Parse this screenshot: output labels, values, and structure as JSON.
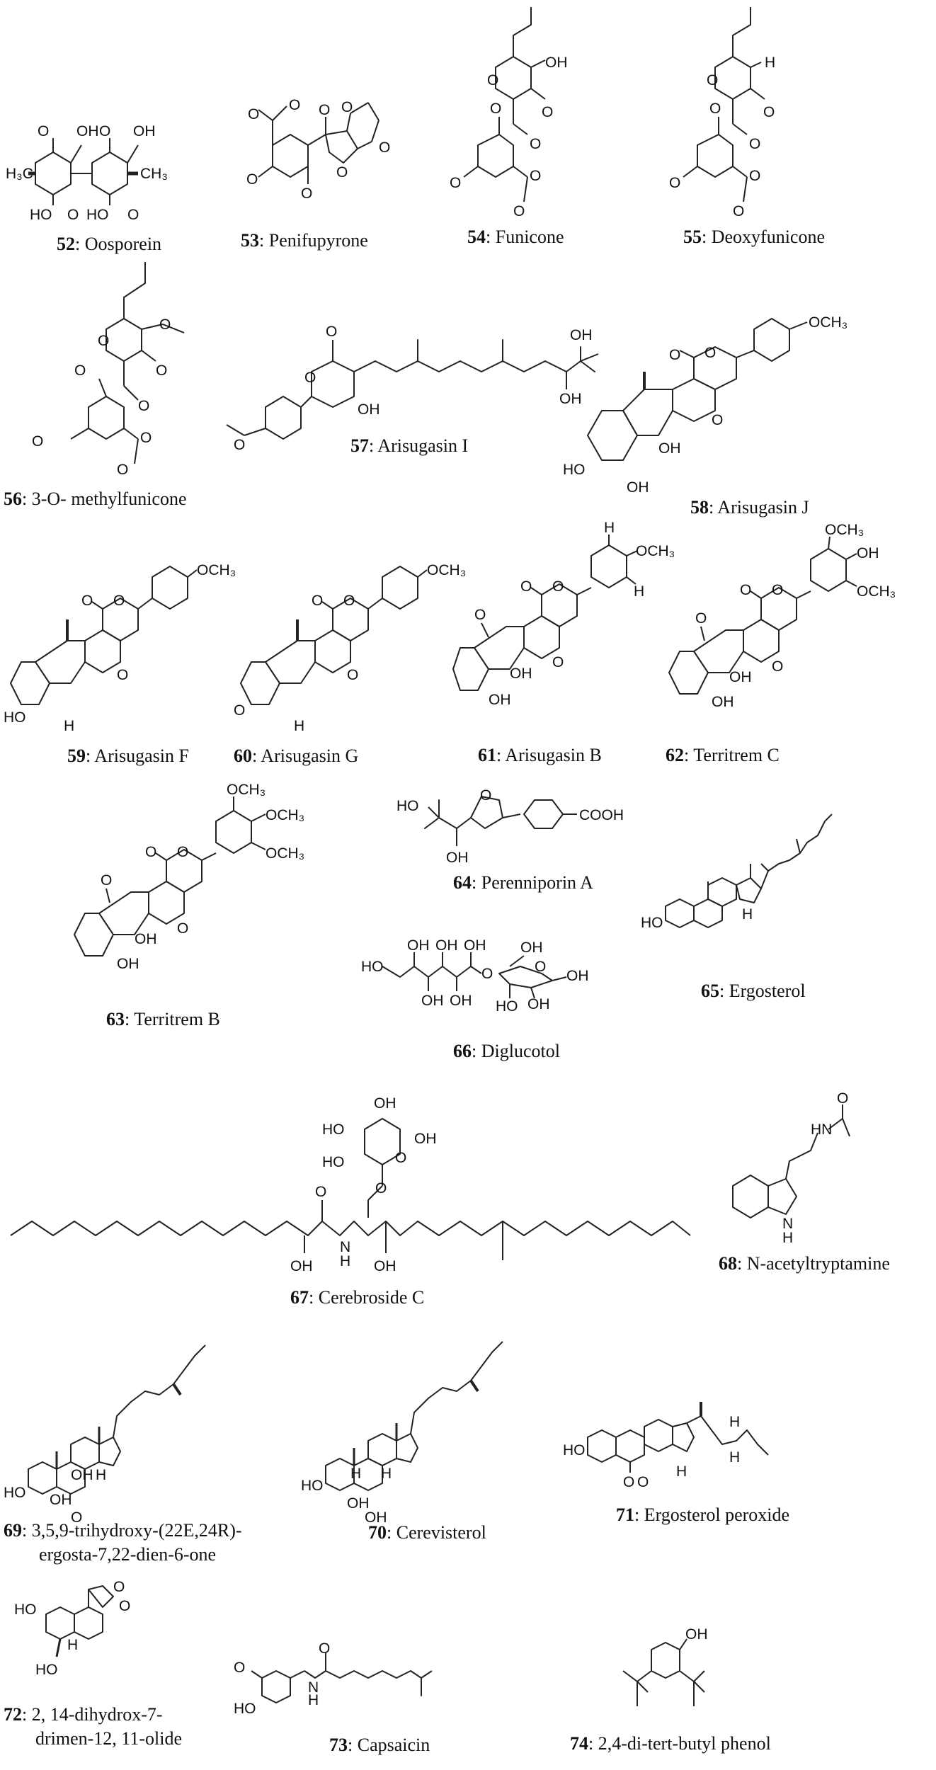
{
  "figure": {
    "background": "#ffffff",
    "compounds": [
      {
        "number": "52",
        "name": "Oosporein",
        "atoms": [
          "O",
          "OH",
          "O",
          "OH",
          "H3C",
          "CH3",
          "HO",
          "O",
          "HO",
          "O"
        ]
      },
      {
        "number": "53",
        "name": "Penifupyrone",
        "atoms": [
          "O",
          "O",
          "O",
          "O",
          "O",
          "O",
          "O"
        ]
      },
      {
        "number": "54",
        "name": "Funicone",
        "atoms": [
          "O",
          "OH",
          "O",
          "O",
          "O",
          "O",
          "O",
          "O"
        ]
      },
      {
        "number": "55",
        "name": "Deoxyfunicone",
        "atoms": [
          "O",
          "H",
          "O",
          "O",
          "O",
          "O",
          "O",
          "O"
        ]
      },
      {
        "number": "56",
        "name": "3-O- methylfunicone",
        "atoms": [
          "O",
          "O",
          "O",
          "O",
          "O",
          "O",
          "O",
          "O"
        ]
      },
      {
        "number": "57",
        "name": "Arisugasin I",
        "atoms": [
          "O",
          "O",
          "OH",
          "O",
          "OH",
          "OH"
        ]
      },
      {
        "number": "58",
        "name": "Arisugasin J",
        "atoms": [
          "OCH3",
          "O",
          "O",
          "O",
          "OH",
          "HO",
          "OH"
        ]
      },
      {
        "number": "59",
        "name": "Arisugasin F",
        "atoms": [
          "OCH3",
          "O",
          "O",
          "O",
          "HO",
          "H"
        ]
      },
      {
        "number": "60",
        "name": "Arisugasin G",
        "atoms": [
          "OCH3",
          "O",
          "O",
          "O",
          "O",
          "H"
        ]
      },
      {
        "number": "61",
        "name": "Arisugasin B",
        "atoms": [
          "H",
          "OCH3",
          "H",
          "O",
          "O",
          "O",
          "O",
          "OH",
          "OH"
        ]
      },
      {
        "number": "62",
        "name": "Territrem C",
        "atoms": [
          "OCH3",
          "OH",
          "OCH3",
          "O",
          "O",
          "O",
          "O",
          "OH",
          "OH"
        ]
      },
      {
        "number": "63",
        "name": "Territrem B",
        "atoms": [
          "OCH3",
          "OCH3",
          "OCH3",
          "O",
          "O",
          "O",
          "O",
          "OH",
          "OH"
        ]
      },
      {
        "number": "64",
        "name": "Perenniporin A",
        "atoms": [
          "HO",
          "O",
          "COOH",
          "OH"
        ]
      },
      {
        "number": "65",
        "name": "Ergosterol",
        "atoms": [
          "HO",
          "H"
        ]
      },
      {
        "number": "66",
        "name": "Diglucotol",
        "atoms": [
          "HO",
          "OH",
          "OH",
          "OH",
          "OH",
          "OH",
          "O",
          "O",
          "OH",
          "OH",
          "HO",
          "OH"
        ]
      },
      {
        "number": "67",
        "name": "Cerebroside C",
        "atoms": [
          "OH",
          "HO",
          "OH",
          "HO",
          "O",
          "O",
          "O",
          "OH",
          "N",
          "H",
          "OH"
        ]
      },
      {
        "number": "68",
        "name": "N-acetyltryptamine",
        "atoms": [
          "O",
          "HN",
          "N",
          "H"
        ]
      },
      {
        "number": "69",
        "name": "3,5,9-trihydroxy-(22E,24R)-",
        "name_line2": "ergosta-7,22-dien-6-one",
        "atoms": [
          "HO",
          "OH",
          "OH",
          "H",
          "O"
        ]
      },
      {
        "number": "70",
        "name": "Cerevisterol",
        "atoms": [
          "HO",
          "H",
          "H",
          "OH",
          "OH"
        ]
      },
      {
        "number": "71",
        "name": "Ergosterol peroxide",
        "atoms": [
          "HO",
          "O",
          "O",
          "H",
          "H",
          "H"
        ]
      },
      {
        "number": "72",
        "name": "2, 14-dihydrox-7-",
        "name_line2": "drimen-12, 11-olide",
        "atoms": [
          "HO",
          "O",
          "O",
          "H",
          "HO"
        ]
      },
      {
        "number": "73",
        "name": "Capsaicin",
        "atoms": [
          "O",
          "O",
          "N",
          "H",
          "HO"
        ]
      },
      {
        "number": "74",
        "name": "2,4-di-tert-butyl phenol",
        "atoms": [
          "OH"
        ]
      }
    ]
  }
}
